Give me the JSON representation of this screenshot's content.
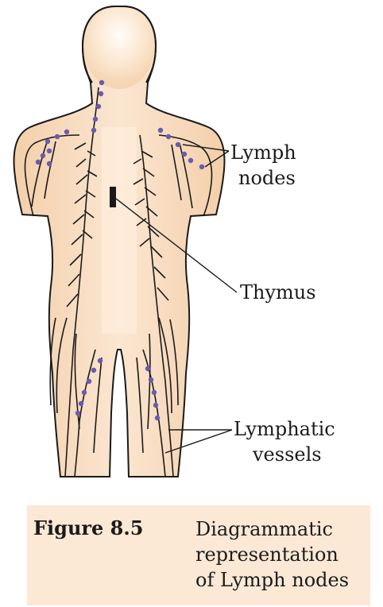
{
  "labels": {
    "lymph_nodes": [
      "Lymph",
      "nodes"
    ],
    "thymus": "Thymus",
    "lymphatic_vessels": [
      "Lymphatic",
      "vessels"
    ]
  },
  "caption": {
    "number": "Figure  8.5",
    "text": [
      "Diagrammatic",
      "representation",
      "of Lymph nodes"
    ]
  },
  "colors": {
    "skin": "#f7dcbf",
    "skin_glow": "#fff7ee",
    "outline": "#1a1a1a",
    "node": "#6a5bb0",
    "caption_bg": "#fbe9d6"
  }
}
